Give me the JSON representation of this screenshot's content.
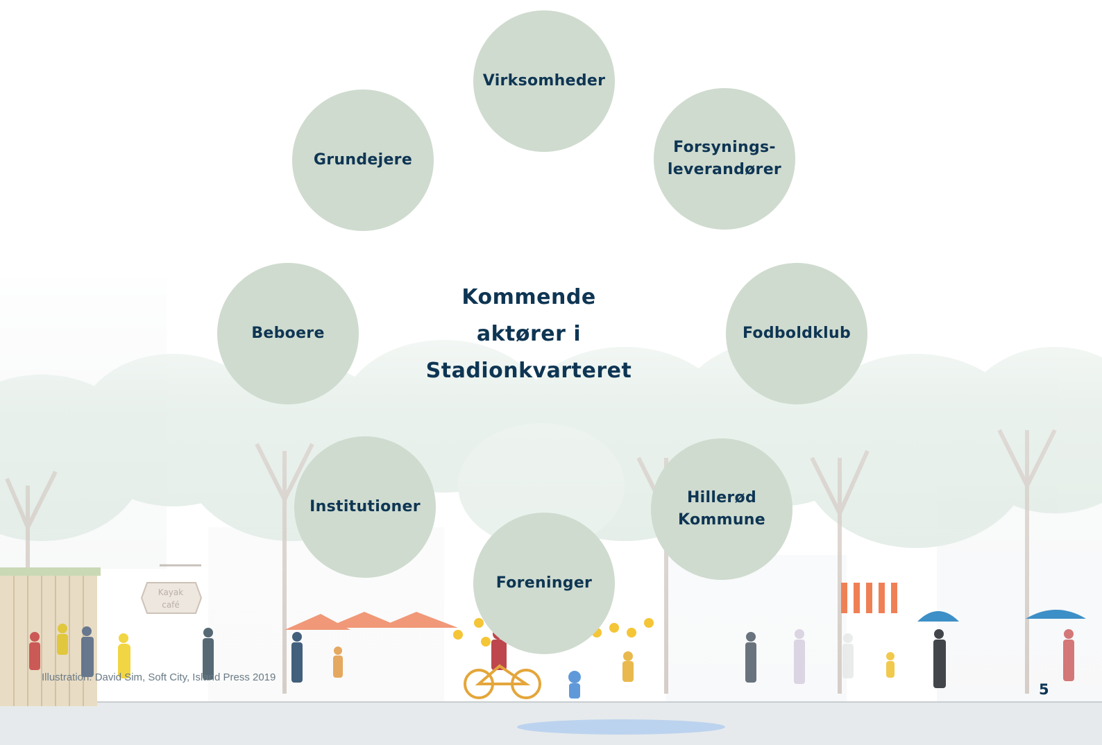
{
  "diagram": {
    "center_title_lines": [
      "Kommende",
      "aktører i",
      "Stadionkvarteret"
    ],
    "nodes": {
      "virksomheder": {
        "lines": [
          "Virksomheder"
        ]
      },
      "grundejere": {
        "lines": [
          "Grundejere"
        ]
      },
      "forsyningsleverandorer": {
        "lines": [
          "Forsynings-",
          "leverandører"
        ]
      },
      "beboere": {
        "lines": [
          "Beboere"
        ]
      },
      "fodboldklub": {
        "lines": [
          "Fodboldklub"
        ]
      },
      "institutioner": {
        "lines": [
          "Institutioner"
        ]
      },
      "hillerod_kommune": {
        "lines": [
          "Hillerød",
          "Kommune"
        ]
      },
      "foreninger": {
        "lines": [
          "Foreninger"
        ]
      }
    },
    "node_color": "#cfdbcf",
    "text_color": "#0e3553"
  },
  "footer": {
    "credit": "Illustration: David Sim, Soft City, Island Press 2019",
    "page_number": "5"
  },
  "background": {
    "description_icon": "street-scene-illustration",
    "sign_text": [
      "Kayak",
      "café"
    ]
  }
}
